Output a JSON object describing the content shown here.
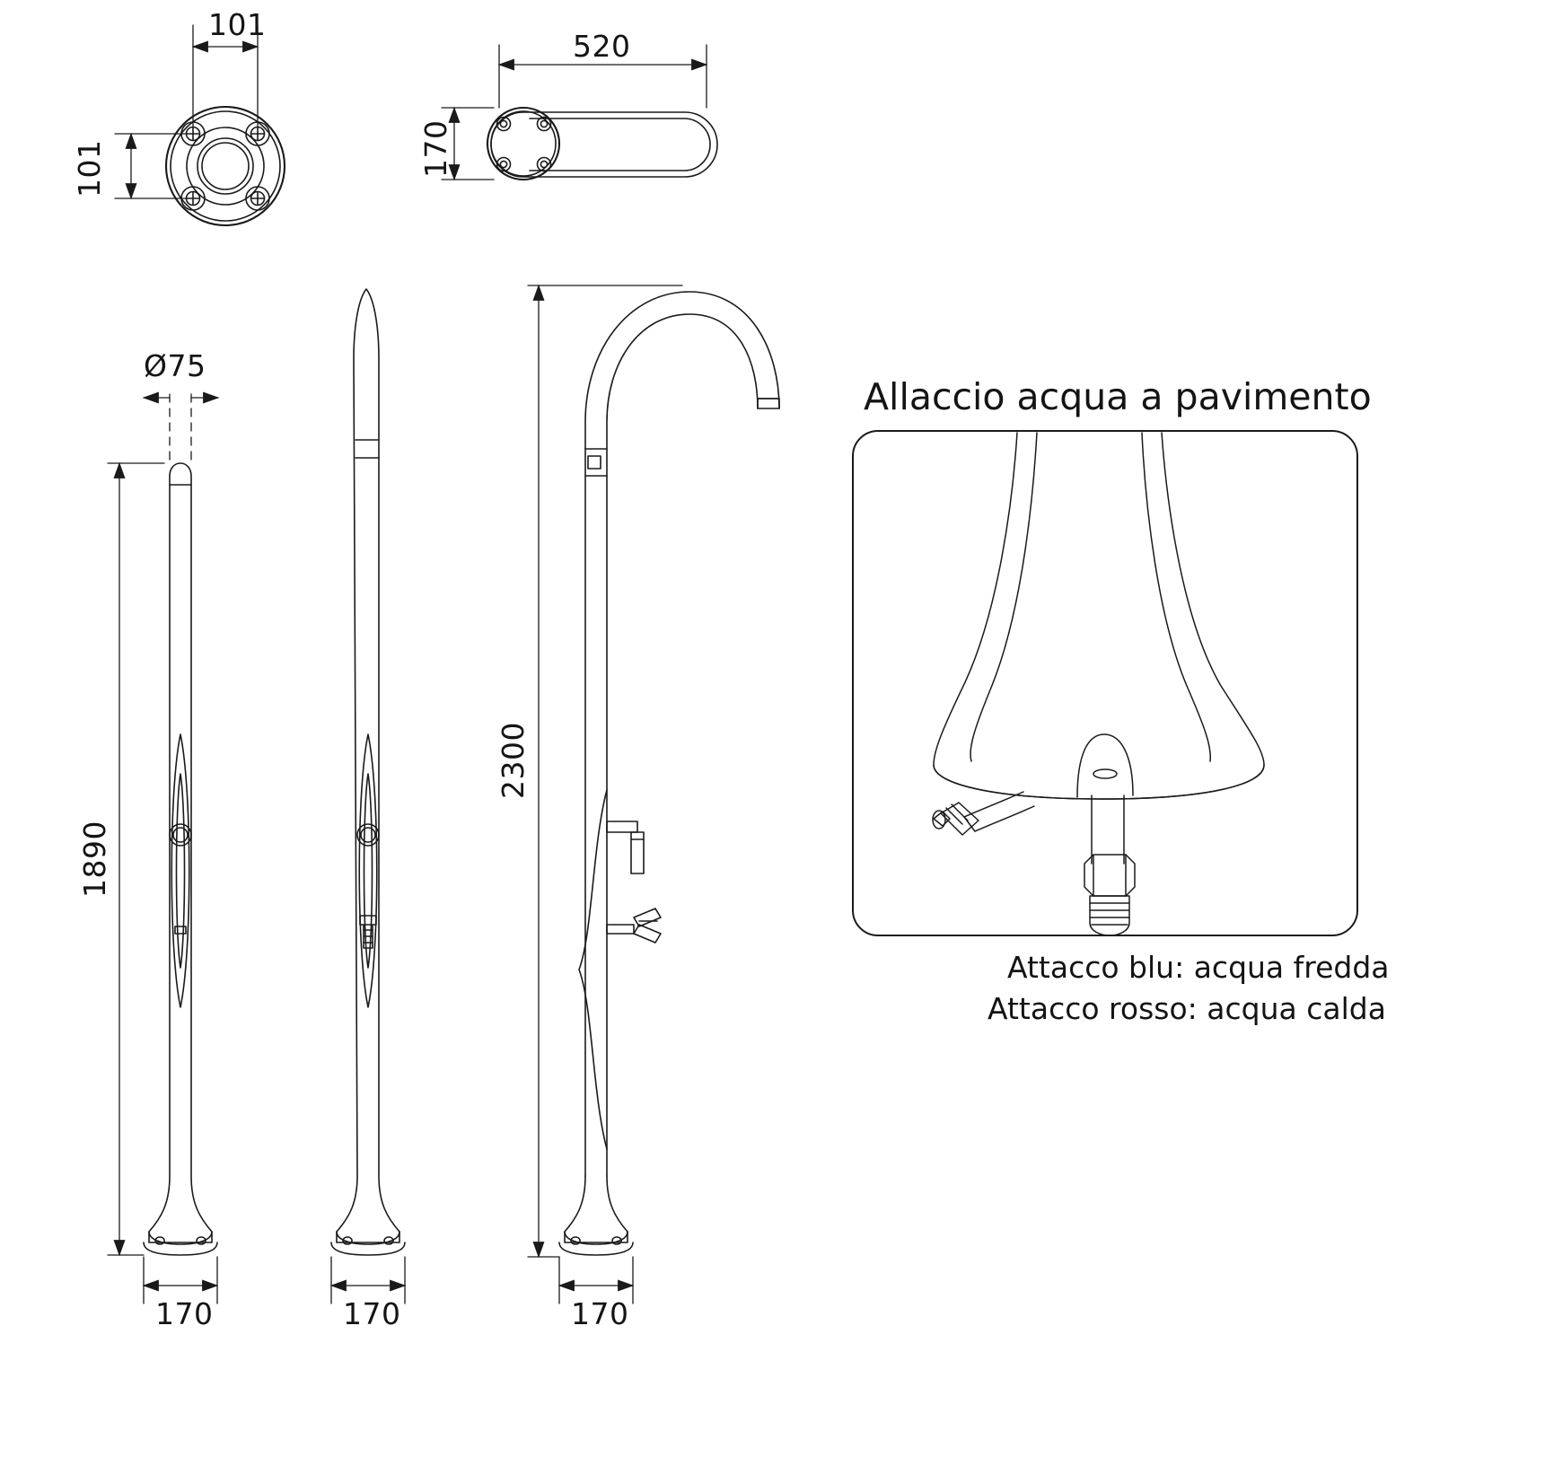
{
  "drawing": {
    "type": "technical-engineering-drawing",
    "subject": "outdoor shower column",
    "units": "mm",
    "line_color": "#1a1a1a",
    "background": "#ffffff"
  },
  "views": {
    "plan_base": {
      "name": "base flange plan view",
      "dims": [
        {
          "id": "bolt-spacing-horizontal",
          "value": "101",
          "orientation": "horizontal"
        },
        {
          "id": "bolt-spacing-vertical",
          "value": "101",
          "orientation": "vertical"
        }
      ]
    },
    "top": {
      "name": "top view with shower arm",
      "dims": [
        {
          "id": "arm-reach",
          "value": "520",
          "orientation": "horizontal"
        },
        {
          "id": "base-diameter-top",
          "value": "170",
          "orientation": "vertical"
        }
      ]
    },
    "elevation_front": {
      "name": "front elevation",
      "dims": [
        {
          "id": "column-diameter",
          "value": "Ø75",
          "orientation": "horizontal"
        },
        {
          "id": "column-height",
          "value": "1890",
          "orientation": "vertical"
        },
        {
          "id": "base-width-front",
          "value": "170",
          "orientation": "horizontal"
        }
      ]
    },
    "elevation_side": {
      "name": "side elevation",
      "dims": [
        {
          "id": "base-width-side",
          "value": "170",
          "orientation": "horizontal"
        }
      ]
    },
    "elevation_gooseneck": {
      "name": "gooseneck elevation with mixer and foot tap",
      "dims": [
        {
          "id": "overall-height",
          "value": "2300",
          "orientation": "vertical"
        },
        {
          "id": "base-width-gooseneck",
          "value": "170",
          "orientation": "horizontal"
        }
      ]
    }
  },
  "detail": {
    "title": "Allaccio acqua a pavimento",
    "captions": [
      "Attacco blu: acqua fredda",
      "Attacco rosso: acqua calda"
    ]
  }
}
